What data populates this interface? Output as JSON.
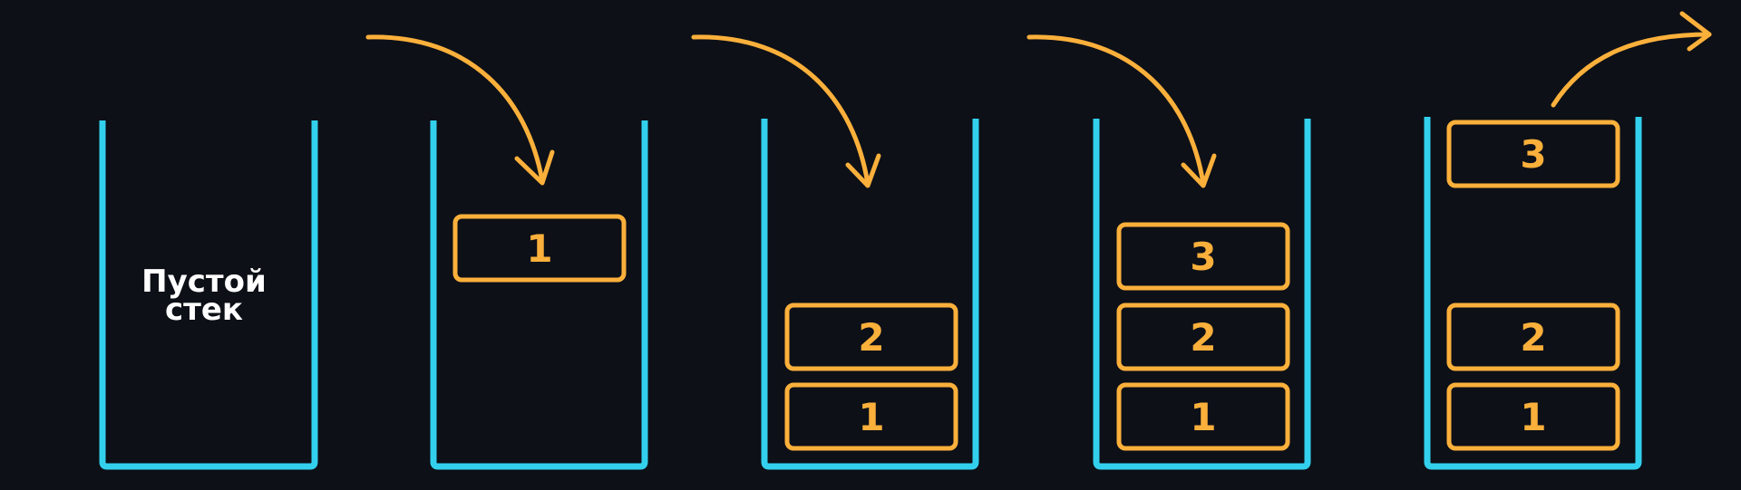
{
  "colors": {
    "background": "#0d1017",
    "container": "#33d0ee",
    "item": "#fbb03b",
    "arrow": "#fbb03b",
    "empty_label": "#ffffff"
  },
  "stacks": [
    {
      "label_lines": [
        "Пустой",
        "стек"
      ],
      "items": []
    },
    {
      "items": [
        {
          "text": "1"
        }
      ]
    },
    {
      "items": [
        {
          "text": "2"
        },
        {
          "text": "1"
        }
      ]
    },
    {
      "items": [
        {
          "text": "3"
        },
        {
          "text": "2"
        },
        {
          "text": "1"
        }
      ]
    },
    {
      "items": [
        {
          "text": "3"
        },
        {
          "text": "2"
        },
        {
          "text": "1"
        }
      ]
    }
  ],
  "arrows": [
    {
      "direction": "push"
    },
    {
      "direction": "push"
    },
    {
      "direction": "push"
    },
    {
      "direction": "pop"
    }
  ]
}
